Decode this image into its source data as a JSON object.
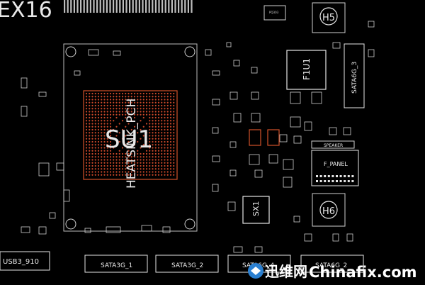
{
  "board": {
    "slot_label": "EX16",
    "chip_label": "SU1",
    "heatsink_label": "HEATSINK_PCH",
    "mount_h5": "H5",
    "mount_h6": "H6",
    "fuse_label": "F1U1",
    "crystal_label": "SX1",
    "sata_vertical": "SATA6G_3",
    "speaker_label": "SPEAKER",
    "fpanel_label": "F_PANEL",
    "usb_label": "USB3_910",
    "sata_bottom": [
      "SATA3G_1",
      "SATA3G_2",
      "SATA6G_4",
      "SATA6G_2"
    ],
    "part_pq303": "PQ303"
  },
  "watermark": {
    "cn_text": "迅维网",
    "site": "Chinafix.com"
  },
  "colors": {
    "background": "#000000",
    "silkscreen": "#e6e6e6",
    "highlight": "#d2522a"
  }
}
